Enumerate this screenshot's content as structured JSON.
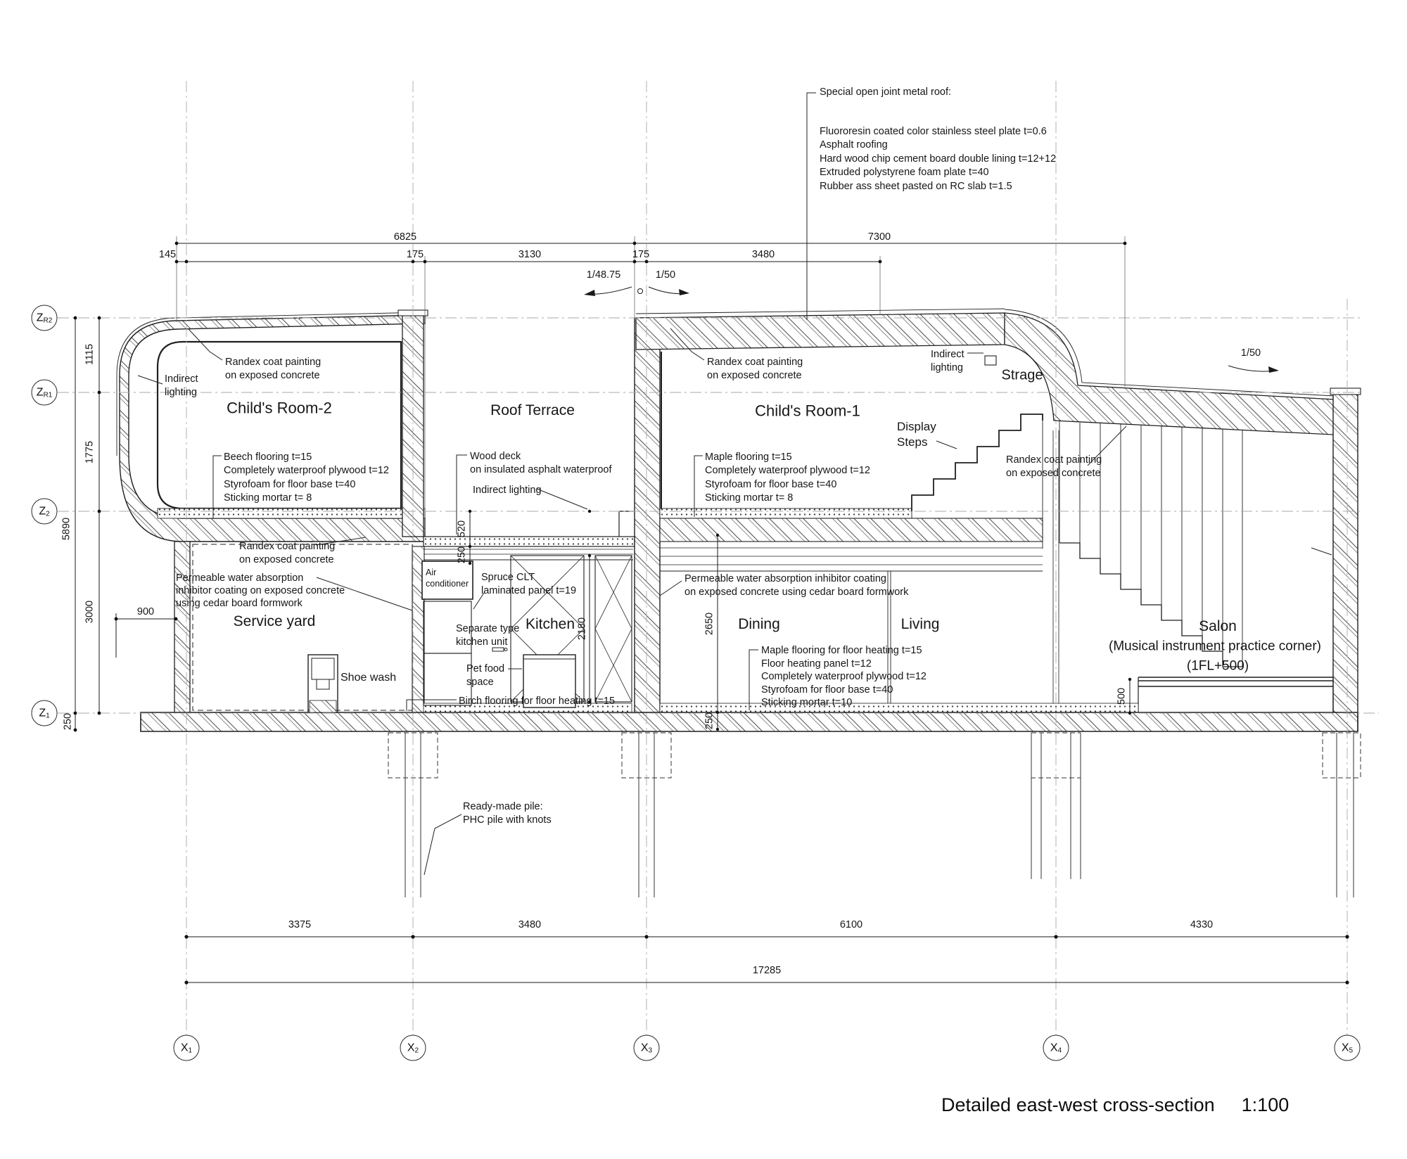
{
  "drawing_title": {
    "label": "Detailed east-west cross-section",
    "scale": "1:100"
  },
  "roof_spec": {
    "title": "Special open joint metal roof:",
    "lines": "Fluororesin coated color stainless steel plate t=0.6\nAsphalt roofing\nHard wood chip cement board double lining t=12+12\nExtruded polystyrene foam plate t=40\nRubber ass sheet pasted on RC slab t=1.5"
  },
  "rooms": {
    "childs_room_2": "Child's Room-2",
    "roof_terrace": "Roof Terrace",
    "childs_room_1": "Child's Room-1",
    "strage": "Strage",
    "display_steps": "Display\nSteps",
    "service_yard": "Service yard",
    "kitchen": "Kitchen",
    "dining": "Dining",
    "living": "Living",
    "salon": "Salon",
    "salon_sub1": "(Musical instrument practice corner)",
    "salon_sub2": "(1FL+500)",
    "shoe_wash": "Shoe wash",
    "air_conditioner": "Air\nconditioner",
    "pet_food": "Pet food\nspace"
  },
  "annotations": {
    "r2_randex": "Randex coat painting\non exposed concrete",
    "r2_indirect": "Indirect\nlighting",
    "r2_floor": "Beech flooring t=15\nCompletely waterproof plywood t=12\nStyrofoam for floor base   t=40\nSticking mortar   t= 8",
    "terrace_wood": "Wood deck\non insulated asphalt waterproof",
    "terrace_indirect": "Indirect lighting",
    "r1_randex": "Randex coat painting\non exposed concrete",
    "r1_indirect": "Indirect\nlighting",
    "r1_floor": "Maple flooring t=15\nCompletely waterproof plywood   t=12\nStyrofoam for floor base   t=40\nSticking mortar   t= 8",
    "curve_randex": "Randex coat painting\non exposed concrete",
    "dining_perm": "Permeable water absorption inhibitor coating\non exposed concrete using cedar board formwork",
    "dining_floor": "Maple flooring for floor heating  t=15\nFloor heating panel     t=12\nCompletely waterproof plywood   t=12\nStyrofoam for floor base   t=40\nSticking mortar   t=10",
    "yard_randex": "Randex coat painting\non exposed concrete",
    "yard_perm": "Permeable water absorption\ninhibitor coating on exposed concrete\nusing cedar board formwork",
    "kitchen_spruce": "Spruce CLT\nlaminated panel t=19",
    "kitchen_separate": "Separate type\nkitchen unit",
    "kitchen_birch": "Birch flooring for floor heating t=15",
    "pile_note": "Ready-made pile:\nPHC pile with knots"
  },
  "dimensions": {
    "top": {
      "d6825": "6825",
      "d7300": "7300",
      "d145": "145",
      "d175a": "175",
      "d3130": "3130",
      "d175b": "175",
      "d3480": "3480"
    },
    "left": {
      "d1115": "1115",
      "d1775": "1775",
      "d5890": "5890",
      "d3000": "3000",
      "d900": "900",
      "d250": "250"
    },
    "internal": {
      "d520": "520",
      "d250deck": "250",
      "d2180": "2180",
      "d2650": "2650",
      "d250slab": "250",
      "d500": "500"
    },
    "bottom": {
      "d3375": "3375",
      "d3480": "3480",
      "d6100": "6100",
      "d4330": "4330",
      "d17285": "17285"
    }
  },
  "slopes": {
    "left": "1/48.75",
    "mid": "1/50",
    "right": "1/50"
  },
  "grid": {
    "z": [
      {
        "main": "Z",
        "sub": "R2"
      },
      {
        "main": "Z",
        "sub": "R1"
      },
      {
        "main": "Z",
        "sub": "2"
      },
      {
        "main": "Z",
        "sub": "1"
      }
    ],
    "x": [
      {
        "main": "X",
        "sub": "1"
      },
      {
        "main": "X",
        "sub": "2"
      },
      {
        "main": "X",
        "sub": "3"
      },
      {
        "main": "X",
        "sub": "4"
      },
      {
        "main": "X",
        "sub": "5"
      }
    ]
  }
}
